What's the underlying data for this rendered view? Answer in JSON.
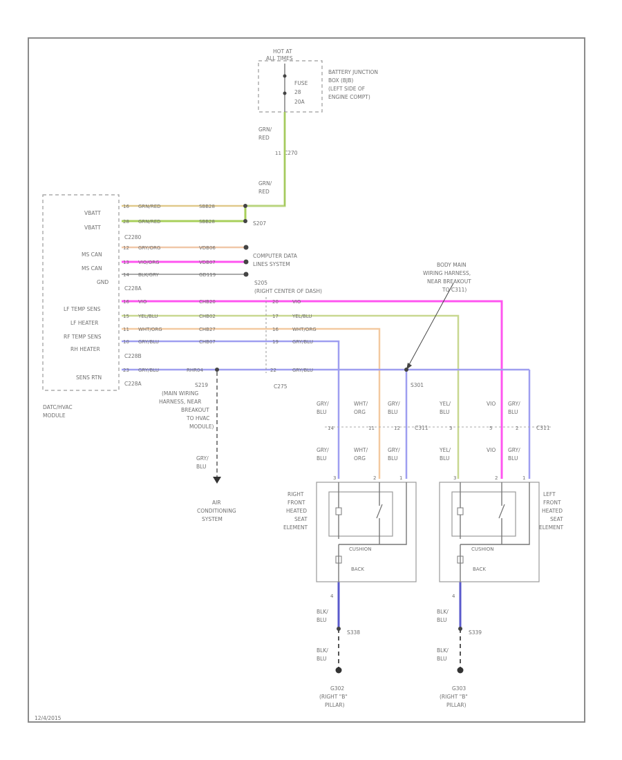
{
  "power": {
    "hot_at": "HOT AT",
    "all_times": "ALL TIMES",
    "fuse_label": "FUSE",
    "fuse_number": "28",
    "fuse_rating": "20A",
    "location": [
      "BATTERY JUNCTION",
      "BOX (BJB)",
      "(LEFT SIDE OF",
      "ENGINE COMPT)"
    ],
    "wire_color_top": [
      "GRN/",
      "RED"
    ],
    "wire_color_bottom": [
      "GRN/",
      "RED"
    ],
    "connector": "C270",
    "connector_pin": "11",
    "splice": "S207"
  },
  "module": {
    "name": [
      "DATC/HVAC",
      "MODULE"
    ],
    "pins": [
      {
        "label": "VBATT",
        "pin": "16",
        "color": "GRN/RED",
        "circuit": "SBB28"
      },
      {
        "label": "VBATT",
        "pin": "28",
        "color": "GRN/RED",
        "circuit": "SBB28"
      },
      {
        "label": "MS CAN",
        "pin": "12",
        "color": "GRY/ORG",
        "circuit": "VDB06"
      },
      {
        "label": "MS CAN",
        "pin": "13",
        "color": "VIO/ORG",
        "circuit": "VDB07"
      },
      {
        "label": "GND",
        "pin": "14",
        "color": "BLK/GRY",
        "circuit": "GD119"
      },
      {
        "label": "LF TEMP SENS",
        "pin": "16",
        "color": "VIO",
        "circuit": "CHB20"
      },
      {
        "label": "LF HEATER",
        "pin": "15",
        "color": "YEL/BLU",
        "circuit": "CHB02"
      },
      {
        "label": "RF TEMP SENS",
        "pin": "11",
        "color": "WHT/ORG",
        "circuit": "CHB27"
      },
      {
        "label": "RH HEATER",
        "pin": "10",
        "color": "GRY/BLU",
        "circuit": "CHB07"
      },
      {
        "label": "SENS RTN",
        "pin": "23",
        "color": "GRY/BLU",
        "circuit": "RHR04"
      }
    ],
    "connectors": [
      "C2280",
      "C228A",
      "C228B",
      "C228A"
    ]
  },
  "can": {
    "label": [
      "COMPUTER DATA",
      "LINES SYSTEM"
    ],
    "ground_splice": "S205",
    "ground_location": "(RIGHT CENTER OF DASH)"
  },
  "c275": {
    "name": "C275",
    "pins": [
      {
        "pin": "20",
        "color": "VIO"
      },
      {
        "pin": "17",
        "color": "YEL/BLU"
      },
      {
        "pin": "16",
        "color": "WHT/ORG"
      },
      {
        "pin": "19",
        "color": "GRY/BLU"
      }
    ],
    "return_pin": "22",
    "return_color": "GRY/BLU"
  },
  "splices": {
    "s219": "S219",
    "s219_text": [
      "(MAIN WIRING",
      "HARNESS, NEAR",
      "BREAKOUT",
      "TO HVAC",
      "MODULE)"
    ],
    "s301": "S301",
    "body_main": [
      "BODY MAIN",
      "WIRING HARNESS,",
      "NEAR BREAKOUT",
      "TO C311)"
    ],
    "ac_wire": [
      "GRY/",
      "BLU"
    ],
    "ac_system": [
      "AIR",
      "CONDITIONING",
      "SYSTEM"
    ]
  },
  "c311": {
    "name": "C311",
    "right_pins": [
      "14",
      "11",
      "12"
    ],
    "left_pins": [
      "3",
      "5",
      "2"
    ],
    "right_colors": [
      [
        "GRY/",
        "BLU"
      ],
      [
        "WHT/",
        "ORG"
      ],
      [
        "GRY/",
        "BLU"
      ]
    ],
    "left_colors": [
      [
        "YEL/",
        "BLU"
      ],
      [
        "VIO"
      ],
      [
        "GRY/",
        "BLU"
      ]
    ]
  },
  "right_seat": {
    "name": [
      "RIGHT",
      "FRONT",
      "HEATED",
      "SEAT",
      "ELEMENT"
    ],
    "pins": [
      "3",
      "2",
      "1"
    ],
    "cushion": "CUSHION",
    "back": "BACK",
    "gnd_pin": "4",
    "gnd_color": [
      "BLK/",
      "BLU"
    ],
    "splice": "S338",
    "ground": [
      "G302",
      "(RIGHT \"B\"",
      "PILLAR)"
    ]
  },
  "left_seat": {
    "name": [
      "LEFT",
      "FRONT",
      "HEATED",
      "SEAT",
      "ELEMENT"
    ],
    "pins": [
      "3",
      "2",
      "1"
    ],
    "cushion": "CUSHION",
    "back": "BACK",
    "gnd_pin": "4",
    "gnd_color": [
      "BLK/",
      "BLU"
    ],
    "splice": "S339",
    "ground": [
      "G303",
      "(RIGHT \"B\"",
      "PILLAR)"
    ]
  },
  "footer": {
    "code": "12/4/2015"
  },
  "colors": {
    "grn_red": "#b9d47e",
    "grn_red_b": "#8fbf3e",
    "vio": "#ff55f0",
    "yel_blu": "#c8d890",
    "wht_org": "#f3c9a0",
    "gry_blu": "#9e9ef0",
    "blk_blu": "#5a5acc",
    "gry_org": "#f0c7a8"
  }
}
